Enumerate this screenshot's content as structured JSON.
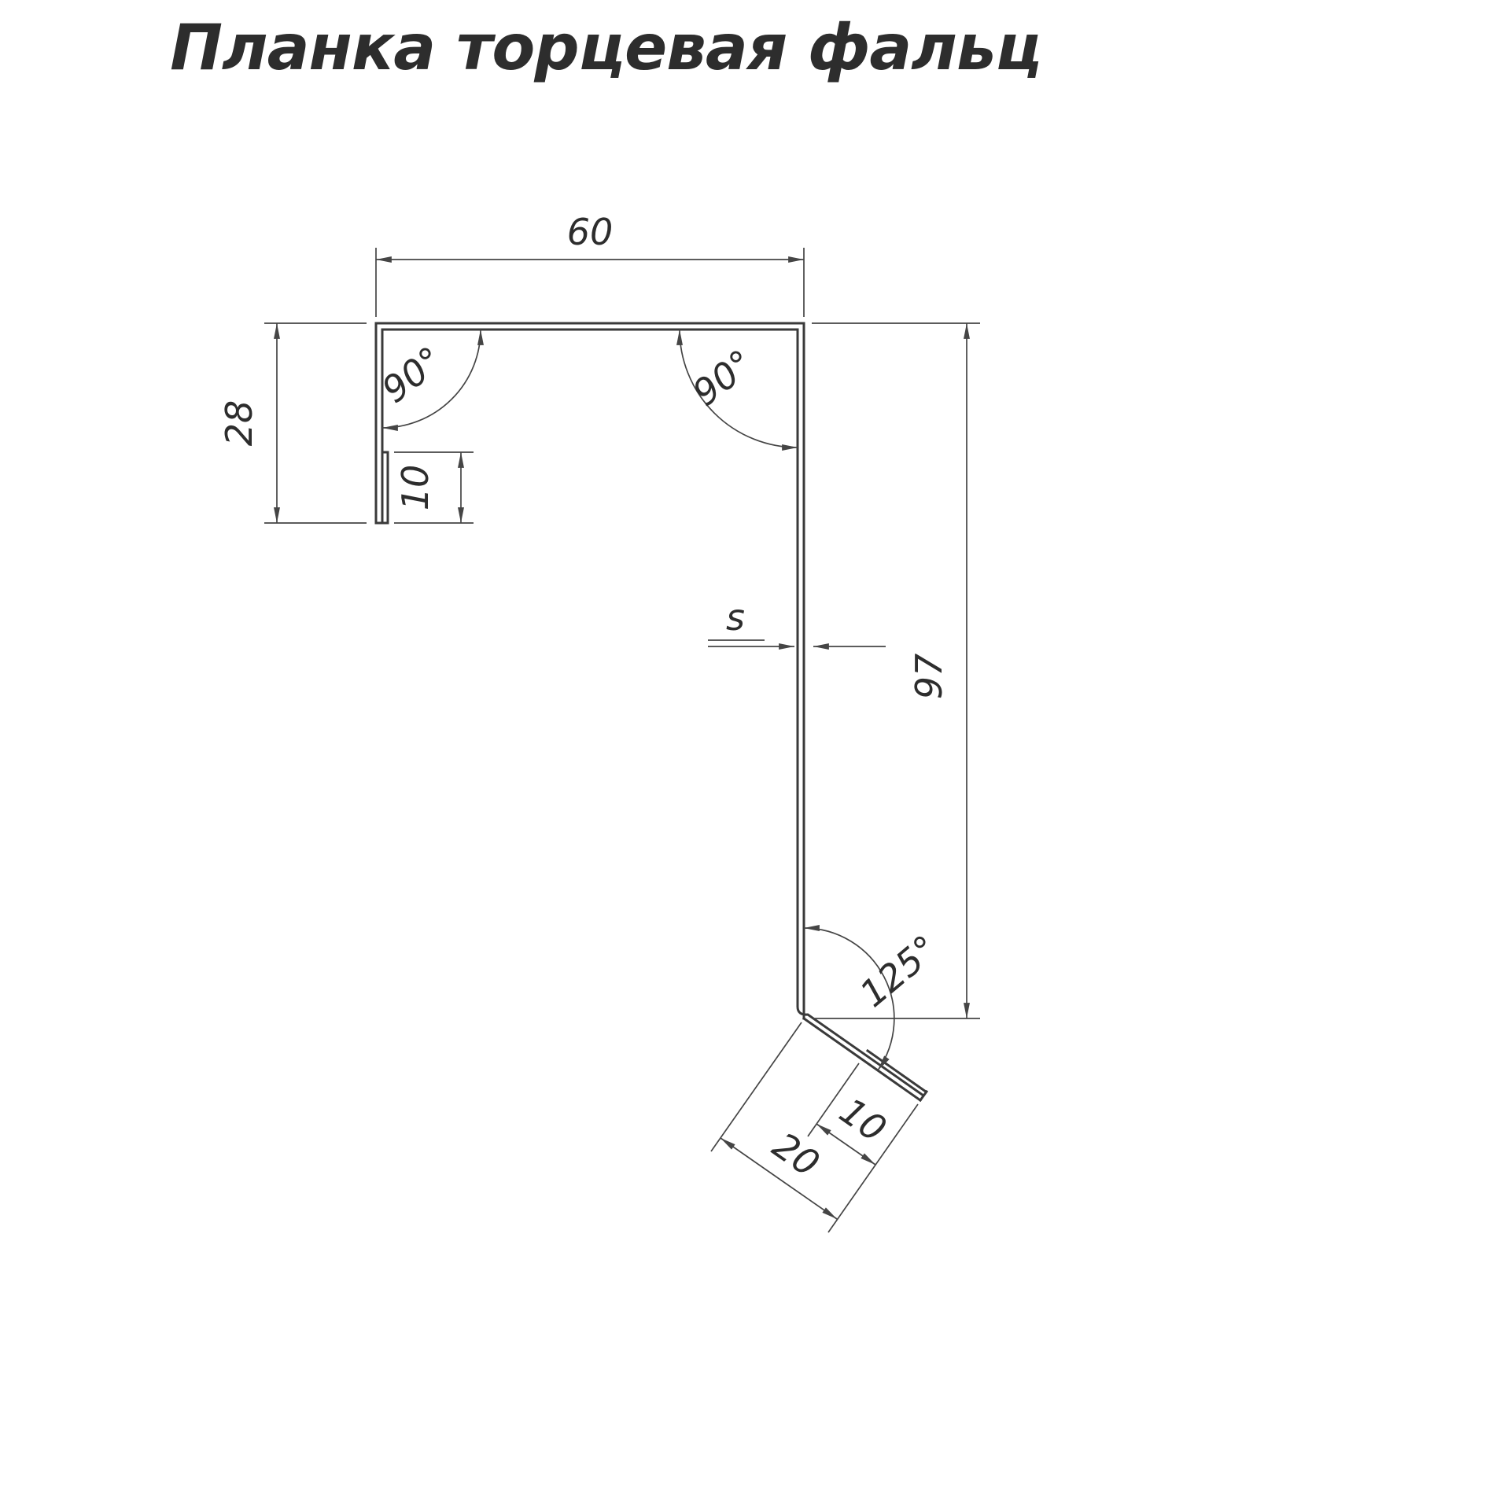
{
  "title": "Планка торцевая фальц",
  "labels": {
    "top_width": "60",
    "left_height": "28",
    "left_hem": "10",
    "angle_top_left": "90°",
    "angle_top_right": "90°",
    "thickness": "s",
    "right_height": "97",
    "bend_angle": "125°",
    "tab_length": "20",
    "tab_hem": "10"
  },
  "colors": {
    "line": "#3a3a3a",
    "dimension_line": "#454545",
    "text": "#2d2d2d",
    "background": "#ffffff"
  }
}
